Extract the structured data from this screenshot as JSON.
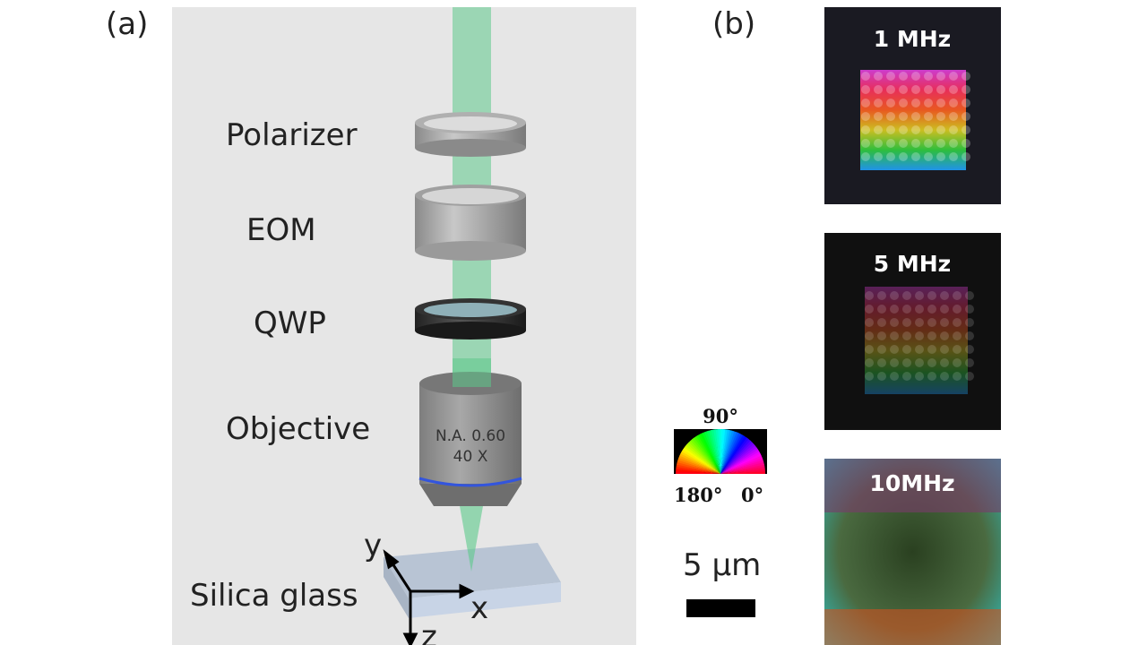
{
  "panel_a": {
    "label": "(a)",
    "components": [
      "Polarizer",
      "EOM",
      "QWP",
      "Objective",
      "Silica glass"
    ],
    "objective_text": [
      "N.A. 0.60",
      "40 X"
    ],
    "axes": [
      "y",
      "x",
      "z"
    ],
    "beam_color": "#5cc98a",
    "background_color": "#e6e6e6"
  },
  "panel_b": {
    "label": "(b)",
    "images": [
      "1 MHz",
      "5 MHz",
      "10MHz"
    ],
    "colorwheel": {
      "top": "90°",
      "left": "180°",
      "right": "0°"
    },
    "scale_bar": "5 µm"
  }
}
